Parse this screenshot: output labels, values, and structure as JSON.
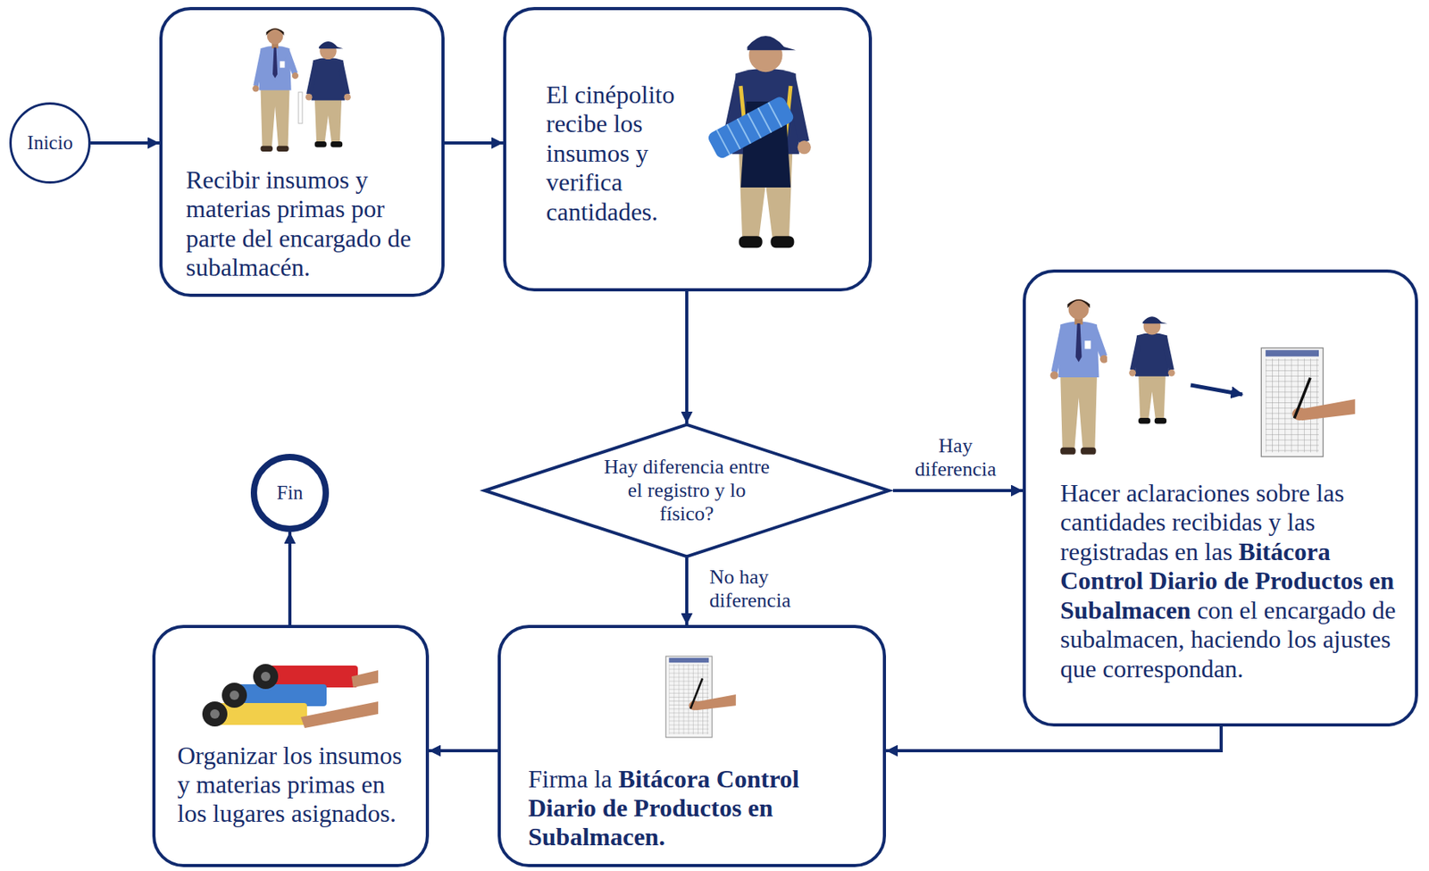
{
  "diagram": {
    "nodes": [
      {
        "text": [
          "Inicio"
        ]
      },
      {
        "text": [
          "Recibir insumos y materias primas por parte del encargado de subalmacén."
        ]
      },
      {
        "text": [
          "El cinépolito recibe los insumos y verifica cantidades."
        ]
      },
      {
        "text": [
          "Hay diferencia entre el registro y lo físico?"
        ]
      },
      {
        "text": [
          "Hacer aclaraciones sobre las cantidades recibidas y las registradas en las",
          "Bitácora Control Diario de Productos en Subalmacen",
          "con el encargado de subalmacen, haciendo los ajustes que correspondan."
        ]
      },
      {
        "text": [
          "Firma la",
          "Bitácora Control Diario de Productos en Subalmacen."
        ]
      },
      {
        "text": [
          "Organizar los insumos y materias primas en los lugares asignados."
        ]
      },
      {
        "text": [
          "Fin"
        ]
      }
    ],
    "edges": [
      {
        "from": 0,
        "to": 1,
        "arrow": "to"
      },
      {
        "from": 1,
        "to": 2,
        "arrow": "to"
      },
      {
        "from": 2,
        "to": 3,
        "arrow": "to"
      },
      {
        "from": 3,
        "to": 4,
        "label": "Hay diferencia",
        "arrow": "to"
      },
      {
        "from": 3,
        "to": 5,
        "label": "No hay diferencia",
        "arrow": "to"
      },
      {
        "from": 4,
        "to": 5,
        "arrow": "to"
      },
      {
        "from": 5,
        "to": 6,
        "arrow": "to"
      },
      {
        "from": 6,
        "to": 7,
        "arrow": "to"
      }
    ]
  }
}
